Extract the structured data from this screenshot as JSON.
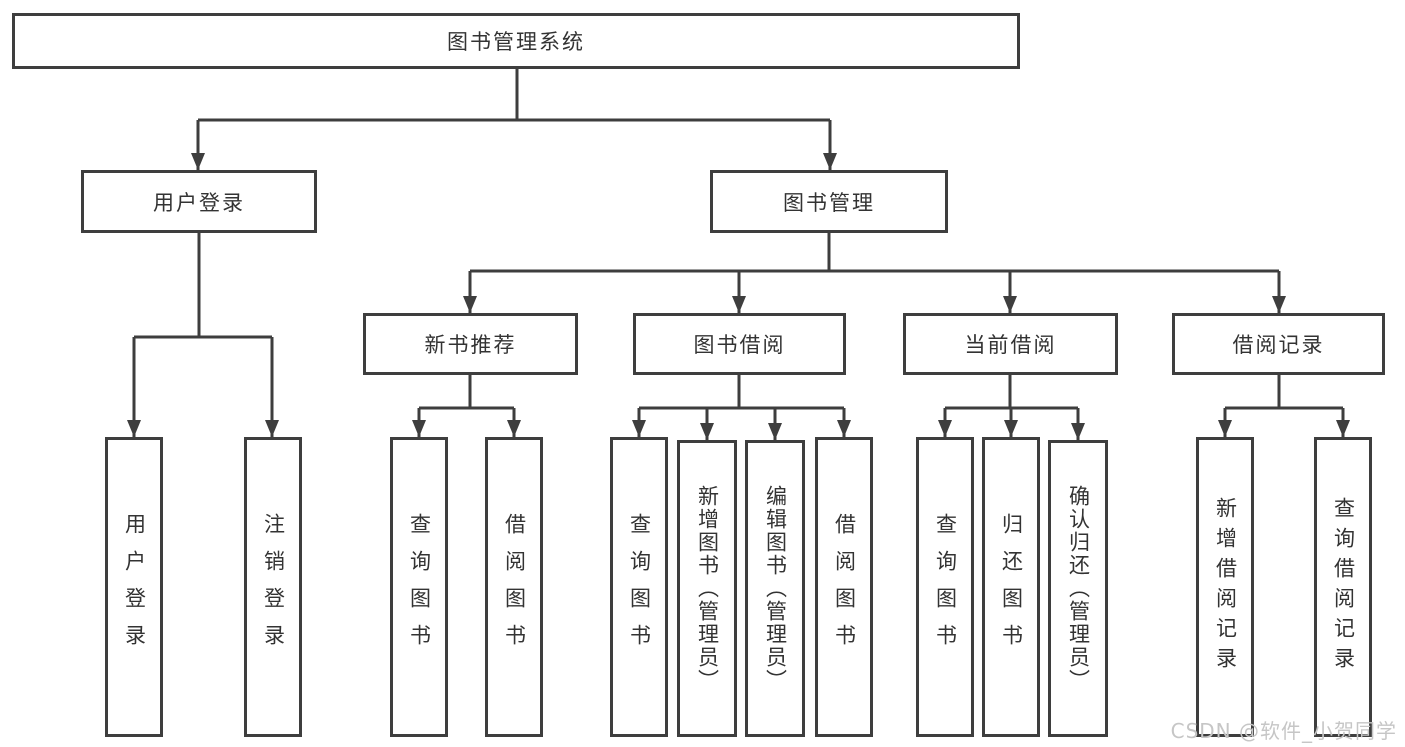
{
  "root": {
    "label": "图书管理系统"
  },
  "level2": {
    "user_login": {
      "label": "用户登录"
    },
    "book_management": {
      "label": "图书管理"
    }
  },
  "user_login_children": {
    "login": {
      "label": "用户登录"
    },
    "logout": {
      "label": "注销登录"
    }
  },
  "book_management_children": {
    "new_book_recommend": {
      "label": "新书推荐"
    },
    "book_borrow": {
      "label": "图书借阅"
    },
    "current_borrow": {
      "label": "当前借阅"
    },
    "borrow_record": {
      "label": "借阅记录"
    }
  },
  "new_book_recommend_children": {
    "query_books": {
      "label": "查询图书"
    },
    "borrow_books": {
      "label": "借阅图书"
    }
  },
  "book_borrow_children": {
    "query_books": {
      "label": "查询图书"
    },
    "add_books_admin": {
      "label": "新增图书（管理员）"
    },
    "edit_books_admin": {
      "label": "编辑图书（管理员）"
    },
    "borrow_books": {
      "label": "借阅图书"
    }
  },
  "current_borrow_children": {
    "query_books": {
      "label": "查询图书"
    },
    "return_books": {
      "label": "归还图书"
    },
    "confirm_return_admin": {
      "label": "确认归还（管理员）"
    }
  },
  "borrow_record_children": {
    "add_borrow_record": {
      "label": "新增借阅记录"
    },
    "query_borrow_record": {
      "label": "查询借阅记录"
    }
  },
  "watermark": {
    "text": "CSDN @软件_小贺同学"
  },
  "colors": {
    "line": "#3e3e3e",
    "text": "#333333",
    "watermark": "#c6c6c6",
    "background": "#ffffff"
  }
}
